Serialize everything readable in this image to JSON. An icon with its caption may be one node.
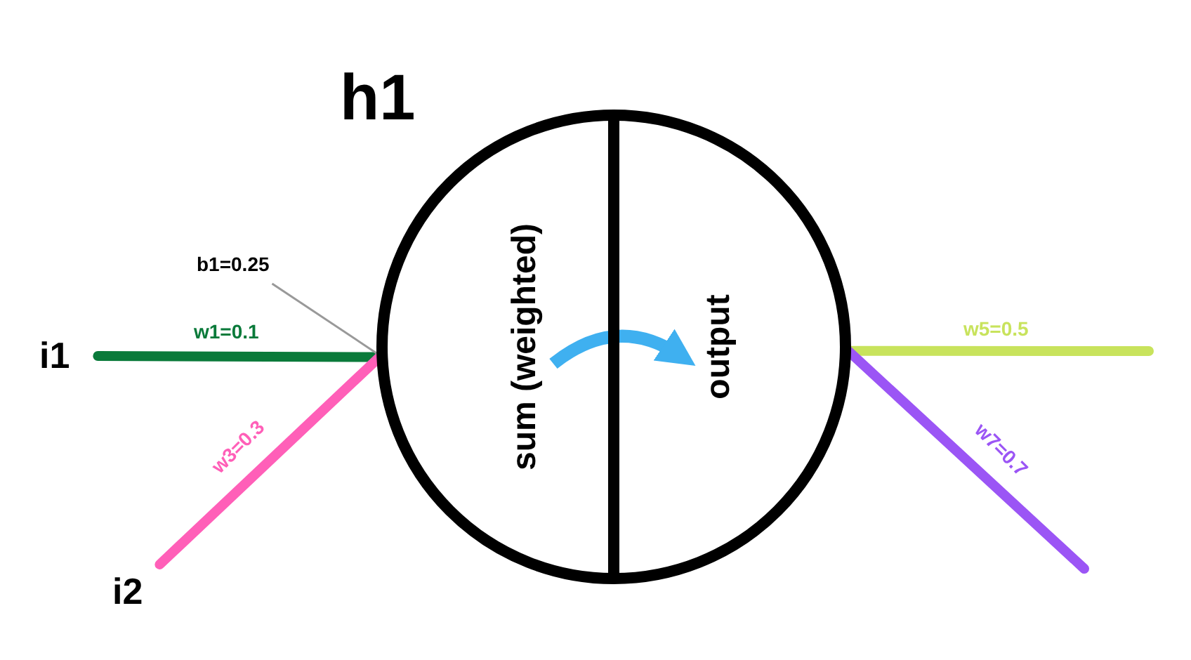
{
  "diagram": {
    "nodes": [
      {
        "text": [
          "h1"
        ]
      },
      {
        "text": [
          "sum (weighted)"
        ],
        "in": 0
      },
      {
        "text": [
          "output"
        ],
        "in": 0
      },
      {
        "text": [
          "i1"
        ]
      },
      {
        "text": [
          "i2"
        ]
      },
      {
        "text": [
          "b1=0.25"
        ]
      }
    ],
    "edges": [
      {
        "from": 3,
        "to": 0,
        "arrow": "none",
        "label": "w1=0.1",
        "color": "#0a7a3a"
      },
      {
        "from": 4,
        "to": 0,
        "arrow": "none",
        "label": "w3=0.3",
        "color": "#ff5fb8"
      },
      {
        "from": 0,
        "to": null,
        "arrow": "none",
        "label": "w5=0.5",
        "color": "#c8e35c"
      },
      {
        "from": 0,
        "to": null,
        "arrow": "none",
        "label": "w7=0.7",
        "color": "#9b55f5"
      },
      {
        "from": 1,
        "to": 2,
        "arrow": "to",
        "color": "#3fb0f0"
      },
      {
        "from": 5,
        "to": 0,
        "arrow": "none",
        "color": "#999999"
      }
    ]
  }
}
